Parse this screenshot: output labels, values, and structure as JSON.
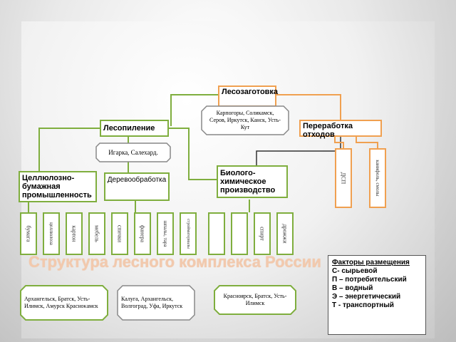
{
  "nodes": {
    "root": "Лесозаготовка",
    "root_cities": "Карпогоры, Соликамск, Серов, Иркутск, Канск, Усть-Кут",
    "sawmill": "Лесопиление",
    "waste_processing": "Переработка отходов",
    "sawmill_cities": "Игарка, Салехард.",
    "pulp_paper": "Целлюлозно-бумажная промышленность",
    "woodworking": "Деревообработка",
    "biochemical": "Биолого-химическое производство"
  },
  "vertical_labels": {
    "waste": [
      "ДСП",
      "канифоль, смолы"
    ],
    "pulp": [
      "бумага",
      "целлюлоза",
      "картон"
    ],
    "wood": [
      "мебель",
      "спички",
      "фанера",
      "шпалы, тара",
      "стройматериалы"
    ],
    "bio": [
      "",
      "",
      "спирт",
      "дрожжи"
    ]
  },
  "city_groups": [
    "Архангельск, Братск, Усть-Илимск, Амурск Красноκамск",
    "Калуга, Архангельск, Волгоград, Уфа, Иркутск",
    "Красноярск, Братск, Усть-Илимск"
  ],
  "title": "Структура лесного комплекса России",
  "factors": {
    "heading": "Факторы размещения",
    "items": [
      "С- сырьевой",
      "П – потребительский",
      "В – водный",
      "Э – энергетический",
      "Т - транспортный"
    ]
  }
}
